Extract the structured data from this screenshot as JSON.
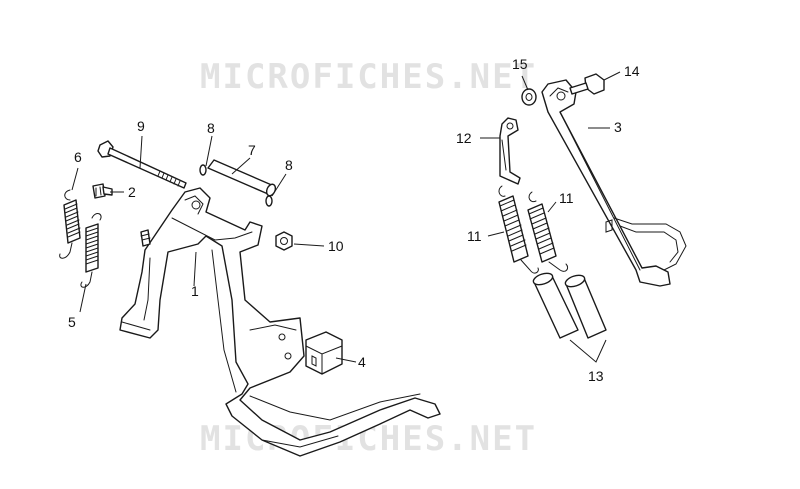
{
  "watermark": {
    "text": "MICROFICHES.NET",
    "color": "#e2e2e2"
  },
  "colors": {
    "line": "#1a1a1a",
    "background": "#ffffff"
  },
  "callouts": [
    {
      "label": "1"
    },
    {
      "label": "2"
    },
    {
      "label": "3"
    },
    {
      "label": "4"
    },
    {
      "label": "5"
    },
    {
      "label": "6"
    },
    {
      "label": "7"
    },
    {
      "label": "8"
    },
    {
      "label": "8"
    },
    {
      "label": "9"
    },
    {
      "label": "10"
    },
    {
      "label": "11"
    },
    {
      "label": "11"
    },
    {
      "label": "12"
    },
    {
      "label": "13"
    },
    {
      "label": "14"
    },
    {
      "label": "15"
    }
  ]
}
